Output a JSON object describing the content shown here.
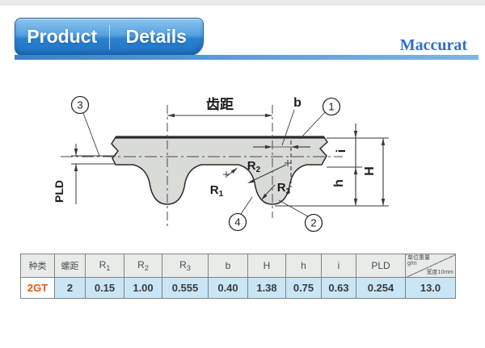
{
  "header": {
    "tab_product": "Product",
    "tab_details": "Details",
    "brand": "Maccurat"
  },
  "diagram": {
    "pitch_label": "齿距",
    "b_label": "b",
    "pld_label": "PLD",
    "i_label": "i",
    "h_label": "h",
    "H_label": "H",
    "r1": {
      "base": "R",
      "sub": "1"
    },
    "r2": {
      "base": "R",
      "sub": "2"
    },
    "r3": {
      "base": "R",
      "sub": "3"
    },
    "callout_1": "1",
    "callout_2": "2",
    "callout_3": "3",
    "callout_4": "4"
  },
  "table": {
    "headers": [
      {
        "t": "种类"
      },
      {
        "t": "螺距"
      },
      {
        "t": "R",
        "sub": "1"
      },
      {
        "t": "R",
        "sub": "2"
      },
      {
        "t": "R",
        "sub": "3"
      },
      {
        "t": "b"
      },
      {
        "t": "H"
      },
      {
        "t": "h"
      },
      {
        "t": "i"
      },
      {
        "t": "PLD"
      },
      {
        "unit_top1": "单位重量",
        "unit_top2": "g/m",
        "unit_bottom": "宽度10mm"
      }
    ],
    "row": [
      "2GT",
      "2",
      "0.15",
      "1.00",
      "0.555",
      "0.40",
      "1.38",
      "0.75",
      "0.63",
      "0.254",
      "13.0"
    ]
  },
  "colors": {
    "tab_blue": "#2b82cf",
    "brand_blue": "#2b6fd0",
    "bar_blue": "#5fa0dd",
    "row_blue": "#c9e5f6",
    "header_grey": "#e9ebe8",
    "type_orange": "#e8560e",
    "belt_fill": "#d9dbd7",
    "line_dark": "#2b2b2b"
  }
}
